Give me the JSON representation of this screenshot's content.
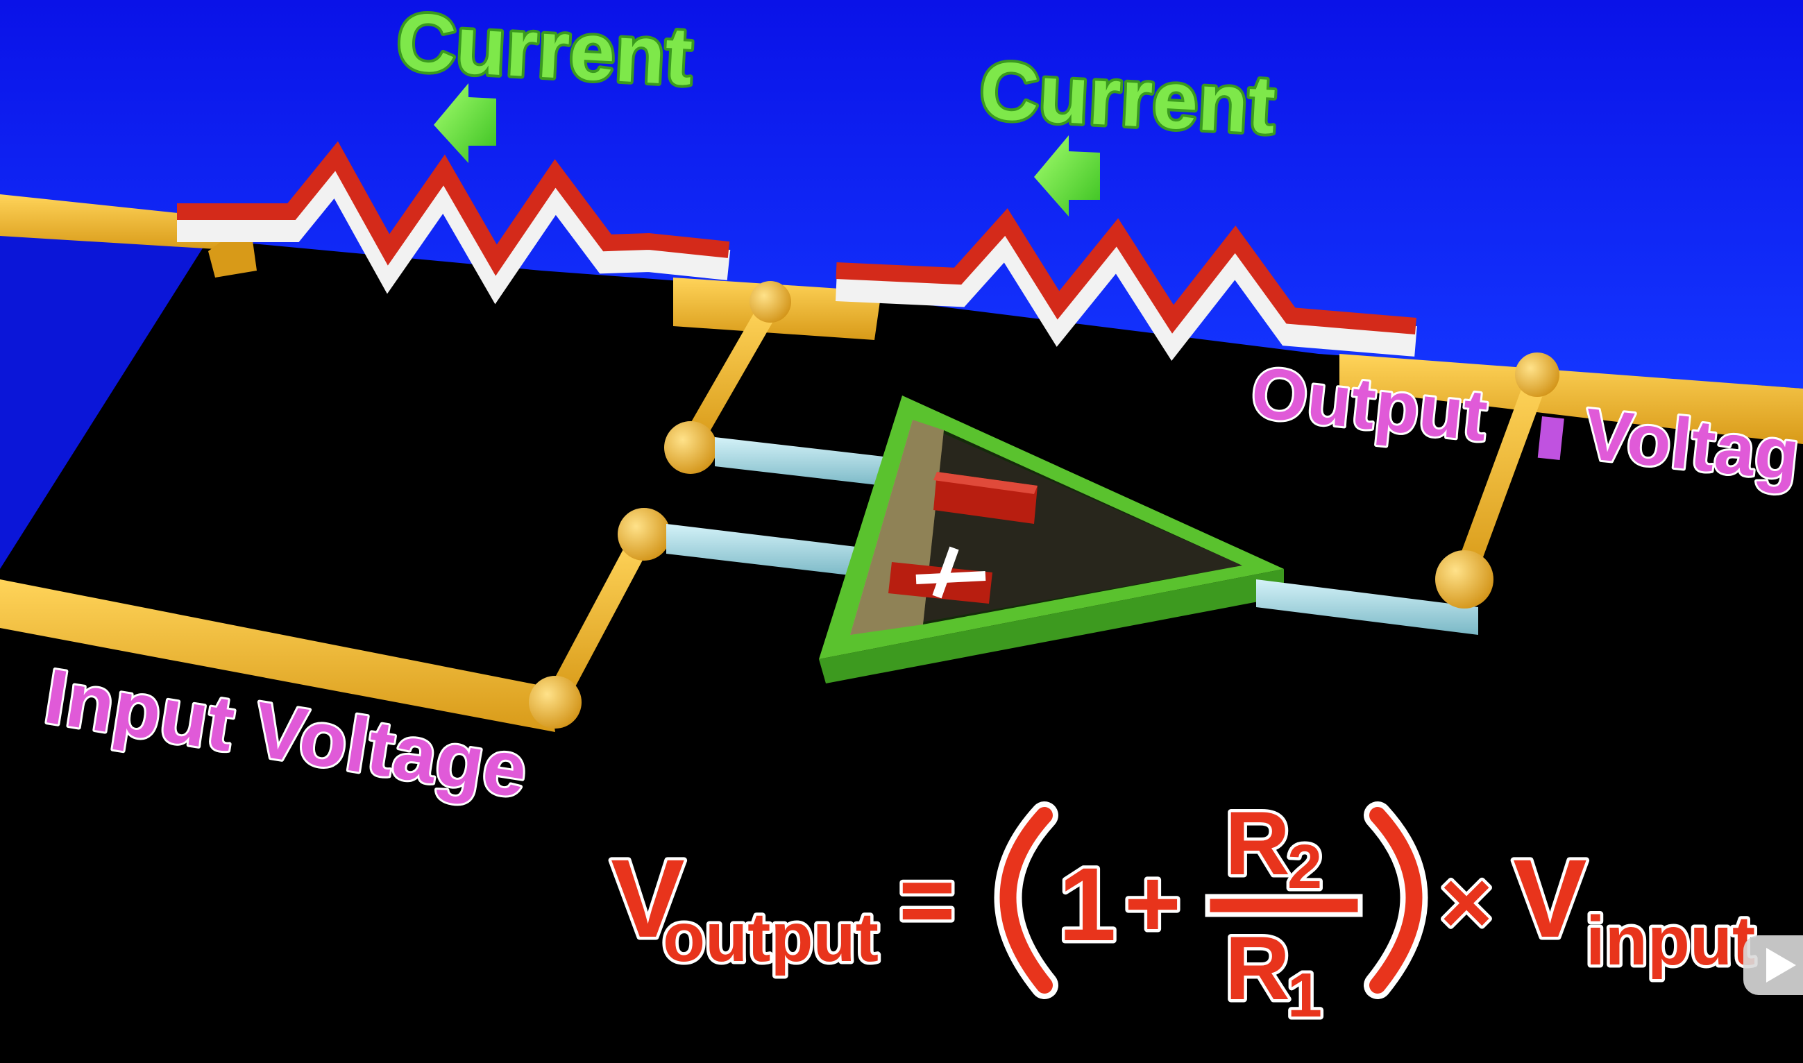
{
  "labels": {
    "current_left": "Current",
    "current_right": "Current",
    "input_voltage": "Input  Voltage",
    "output_word": "Output",
    "voltage_word": "Voltag"
  },
  "formula": {
    "v": "V",
    "output_sub": "output",
    "equals": "=",
    "one": "1",
    "plus": "+",
    "r_top": "R",
    "r_top_sub": "2",
    "r_bottom": "R",
    "r_bottom_sub": "1",
    "times": "×",
    "v2": "V",
    "input_sub": "input"
  },
  "opamp": {
    "minus": "−",
    "plus": "+"
  },
  "colors": {
    "background_top": "#0a14f0",
    "background_bottom": "#000000",
    "wire": "#f0b52a",
    "resistor_top": "#d42a1a",
    "resistor_side": "#f2f2f2",
    "current_label": "#7ee84a",
    "voltage_label": "#e05ad8",
    "opamp": "#4fbf2a",
    "lead": "#a8dbe6",
    "formula": "#e8341c"
  },
  "icons": [
    "arrow-icon",
    "play-icon"
  ]
}
